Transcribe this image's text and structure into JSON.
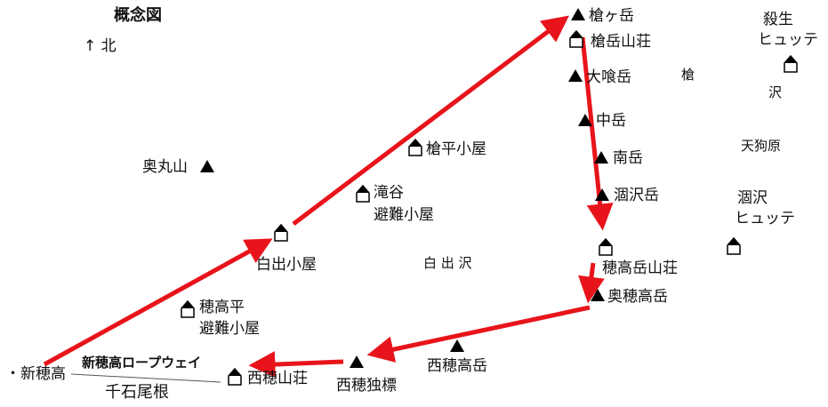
{
  "title": "概念図",
  "north": "↑ 北",
  "places": {
    "yarigatake": "槍ヶ岳",
    "yarigatake_sanso": "槍岳山荘",
    "sesshou_1": "殺生",
    "sesshou_2": "ヒュッテ",
    "oobami": "大喰岳",
    "yari_valley": "槍",
    "sawa": "沢",
    "nakadake": "中岳",
    "tengubara": "天狗原",
    "yaridaira": "槍平小屋",
    "minamidake": "南岳",
    "okumaruyama": "奥丸山",
    "karasawadake": "涸沢岳",
    "karasawa_1": "涸沢",
    "karasawa_2": "ヒュッテ",
    "takitani_1": "滝谷",
    "takitani_2": "避難小屋",
    "hakudeshi_goya": "白出小屋",
    "hakudezawa": "白 出 沢",
    "hotakadake_sanso": "穂高岳山荘",
    "okuhotaka": "奥穂高岳",
    "hotakadaira_1": "穂高平",
    "hotakadaira_2": "避難小屋",
    "nishihotaka": "西穂高岳",
    "shinhotaka": "・新穂高",
    "ropeway": "新穂高ロープウェイ",
    "nishihotaka_sanso": "西穂山荘",
    "nishihotaka_doppyo": "西穂独標",
    "sengoku_one": "千石尾根"
  },
  "colors": {
    "route": "#e8141b",
    "marker": "#000000",
    "line": "#555555"
  }
}
